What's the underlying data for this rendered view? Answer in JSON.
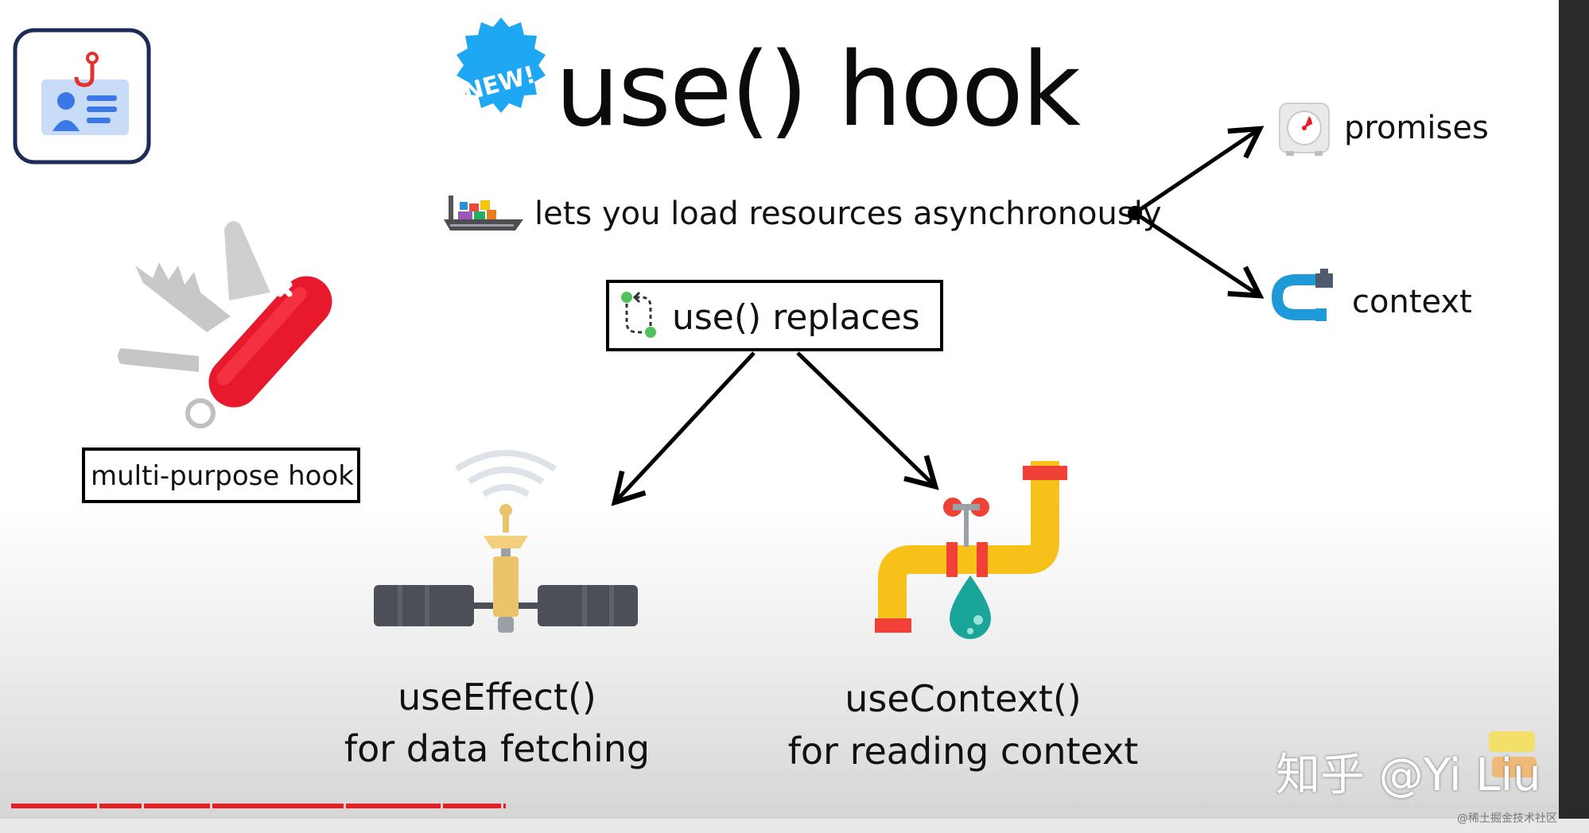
{
  "title": "use() hook",
  "badge": "NEW!",
  "subtitle": "lets you load resources asynchronously",
  "branches": [
    {
      "label": "promises",
      "icon": "timer-icon"
    },
    {
      "label": "context",
      "icon": "pipe-icon"
    }
  ],
  "replaces_box": "use() replaces",
  "multi_purpose_label": "multi-purpose hook",
  "replaced_hooks": [
    {
      "name": "useEffect()",
      "description": "for data fetching",
      "icon": "satellite-icon"
    },
    {
      "name": "useContext()",
      "description": "for reading context",
      "icon": "faucet-icon"
    }
  ],
  "watermark": "知乎 @Yi Liu",
  "credit": "@稀土掘金技术社区",
  "video_progress": 0.32,
  "colors": {
    "accent_red": "#e81e24",
    "badge_blue": "#1ea7f2",
    "pipe_yellow": "#f6c21a",
    "knife_red": "#e8192c",
    "context_blue": "#1e9ad8"
  }
}
